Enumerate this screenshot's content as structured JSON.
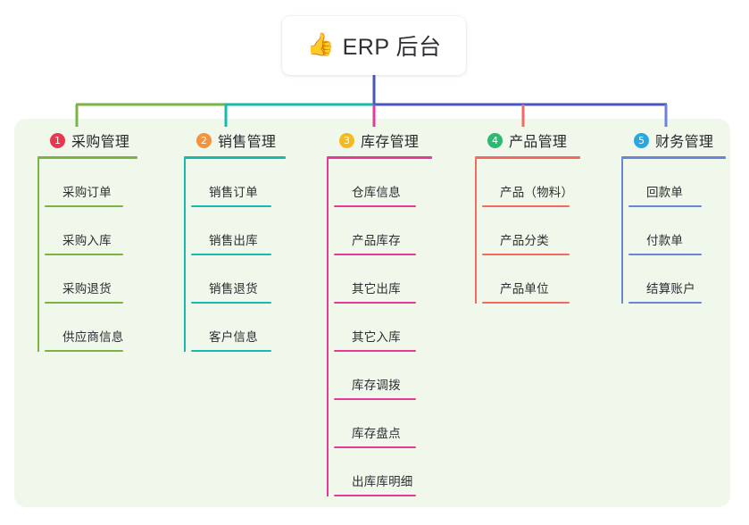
{
  "root": {
    "icon": "thumbs-up-icon",
    "icon_glyph": "👍",
    "title": "ERP 后台"
  },
  "panel": {
    "background_color": "#eff8ea"
  },
  "trunk_color": "#4a55c4",
  "columns": [
    {
      "number": "1",
      "title": "采购管理",
      "badge_color": "#e8384f",
      "line_color": "#7cb342",
      "items": [
        {
          "label": "采购订单"
        },
        {
          "label": "采购入库"
        },
        {
          "label": "采购退货"
        },
        {
          "label": "供应商信息"
        }
      ]
    },
    {
      "number": "2",
      "title": "销售管理",
      "badge_color": "#f5923e",
      "line_color": "#18b9ae",
      "items": [
        {
          "label": "销售订单"
        },
        {
          "label": "销售出库"
        },
        {
          "label": "销售退货"
        },
        {
          "label": "客户信息"
        }
      ]
    },
    {
      "number": "3",
      "title": "库存管理",
      "badge_color": "#f5b921",
      "line_color": "#e6399b",
      "items": [
        {
          "label": "仓库信息"
        },
        {
          "label": "产品库存"
        },
        {
          "label": "其它出库"
        },
        {
          "label": "其它入库"
        },
        {
          "label": "库存调拨"
        },
        {
          "label": "库存盘点"
        },
        {
          "label": "出库库明细"
        }
      ]
    },
    {
      "number": "4",
      "title": "产品管理",
      "badge_color": "#2eb872",
      "line_color": "#f26b5e",
      "items": [
        {
          "label": "产品（物料）"
        },
        {
          "label": "产品分类"
        },
        {
          "label": "产品单位"
        }
      ]
    },
    {
      "number": "5",
      "title": "财务管理",
      "badge_color": "#29a8e0",
      "line_color": "#6b85d6",
      "items": [
        {
          "label": "回款单"
        },
        {
          "label": "付款单"
        },
        {
          "label": "结算账户"
        }
      ]
    }
  ]
}
